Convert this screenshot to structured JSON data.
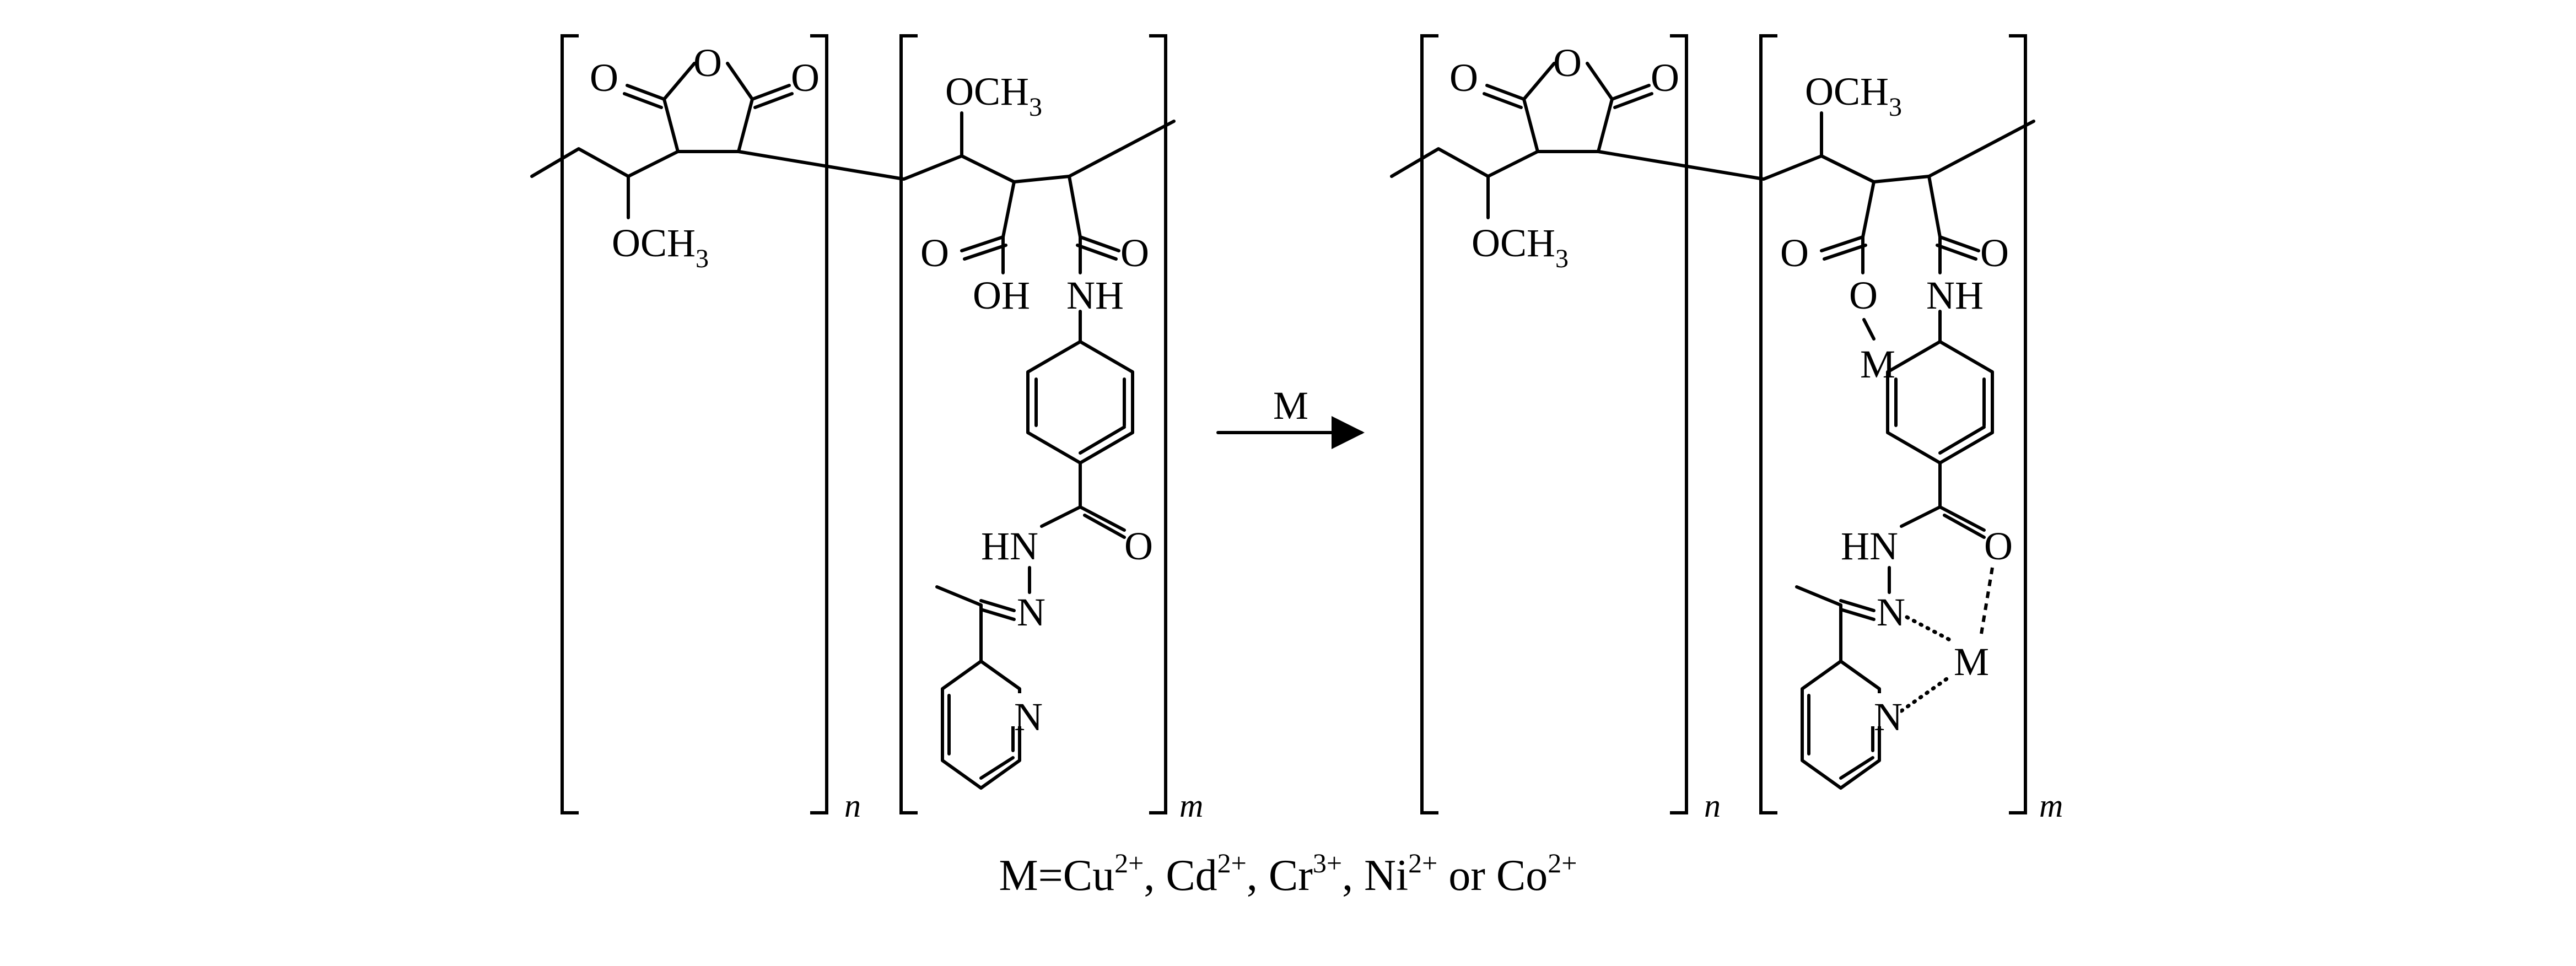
{
  "labels": {
    "ome": "OCH",
    "ome_sub": "3",
    "o": "O",
    "oh": "OH",
    "nh": "NH",
    "hn": "HN",
    "n": "N",
    "m": "M",
    "repeat_n": "n",
    "repeat_m": "m"
  },
  "arrow": {
    "label": "M"
  },
  "caption": {
    "prefix": "M=",
    "ions": [
      {
        "symbol": "Cu",
        "charge": "2+"
      },
      {
        "symbol": "Cd",
        "charge": "2+"
      },
      {
        "symbol": "Cr",
        "charge": "3+"
      },
      {
        "symbol": "Ni",
        "charge": "2+"
      },
      {
        "symbol": "Co",
        "charge": "2+"
      }
    ],
    "sep": ",",
    "or": "or"
  }
}
